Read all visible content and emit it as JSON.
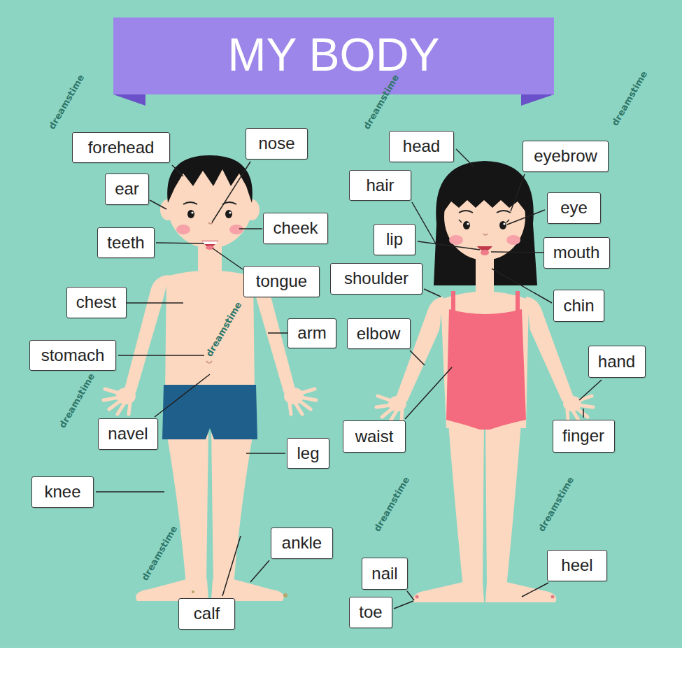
{
  "diagram": {
    "title": "MY BODY",
    "nodes": [
      {
        "text": [
          "forehead"
        ]
      },
      {
        "text": [
          "nose"
        ]
      },
      {
        "text": [
          "head"
        ]
      },
      {
        "text": [
          "eyebrow"
        ]
      },
      {
        "text": [
          "ear"
        ]
      },
      {
        "text": [
          "hair"
        ]
      },
      {
        "text": [
          "eye"
        ]
      },
      {
        "text": [
          "cheek"
        ]
      },
      {
        "text": [
          "teeth"
        ]
      },
      {
        "text": [
          "lip"
        ]
      },
      {
        "text": [
          "mouth"
        ]
      },
      {
        "text": [
          "tongue"
        ]
      },
      {
        "text": [
          "shoulder"
        ]
      },
      {
        "text": [
          "chest"
        ]
      },
      {
        "text": [
          "chin"
        ]
      },
      {
        "text": [
          "arm"
        ]
      },
      {
        "text": [
          "elbow"
        ]
      },
      {
        "text": [
          "stomach"
        ]
      },
      {
        "text": [
          "hand"
        ]
      },
      {
        "text": [
          "waist"
        ]
      },
      {
        "text": [
          "finger"
        ]
      },
      {
        "text": [
          "navel"
        ]
      },
      {
        "text": [
          "leg"
        ]
      },
      {
        "text": [
          "knee"
        ]
      },
      {
        "text": [
          "ankle"
        ]
      },
      {
        "text": [
          "nail"
        ]
      },
      {
        "text": [
          "heel"
        ]
      },
      {
        "text": [
          "calf"
        ]
      },
      {
        "text": [
          "toe"
        ]
      }
    ],
    "labels": [
      "dreamstime",
      "dreamstime",
      "dreamstime",
      "dreamstime",
      "dreamstime",
      "dreamstime",
      "dreamstime",
      "dreamstime"
    ]
  }
}
